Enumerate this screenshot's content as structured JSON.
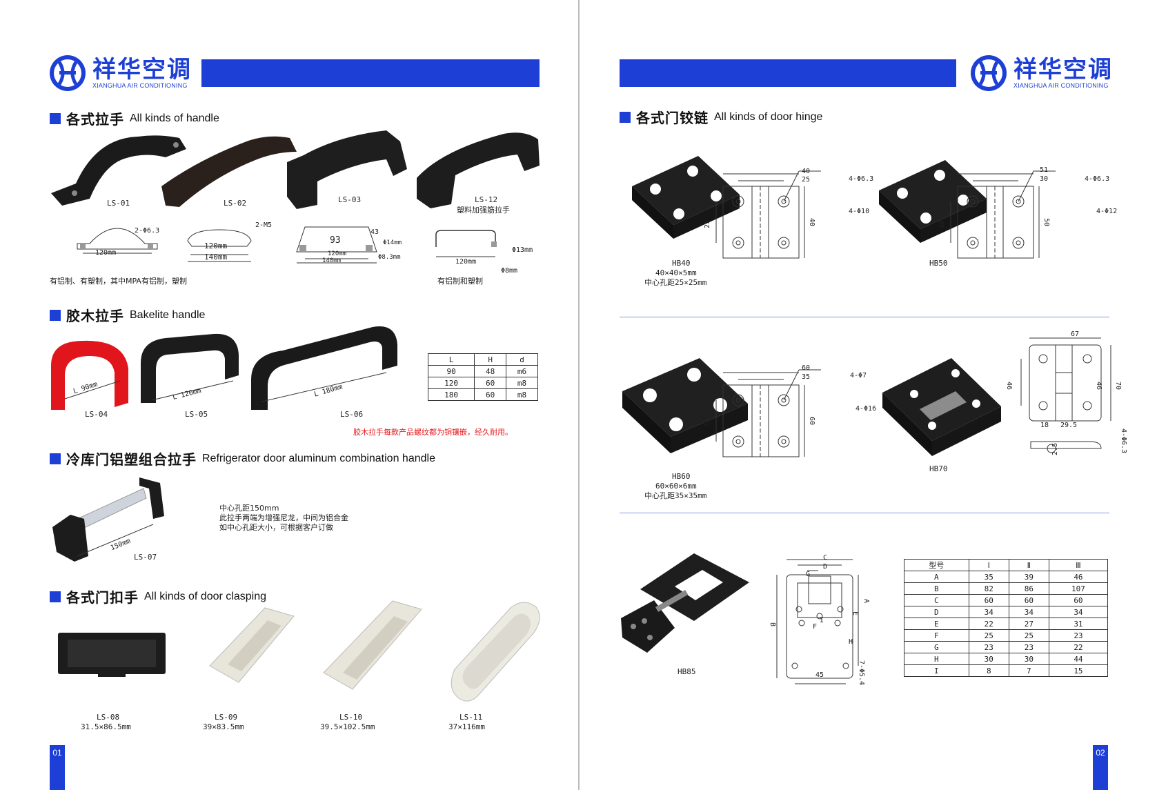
{
  "brand": {
    "name_cn": "祥华空调",
    "name_en": "XIANGHUA AIR CONDITIONING"
  },
  "colors": {
    "accent": "#1d3fd6",
    "note_red": "#e8171b"
  },
  "left": {
    "page_number": "01",
    "section1": {
      "title_cn": "各式拉手",
      "title_en": "All kinds of handle",
      "products": [
        "LS-01",
        "LS-02",
        "LS-03",
        "LS-12"
      ],
      "ls12_desc": "塑料加强筋拉手",
      "dims": {
        "d1_hole": "2-Φ6.3",
        "d1_len": "120mm",
        "d2_thread": "2-M5",
        "d2_inner": "120mm",
        "d2_outer": "140mm",
        "d3_width": "93",
        "d3_height": "43",
        "d3_hole1": "Φ14mm",
        "d3_hole2": "Φ8.3mm",
        "d3_inner": "120mm",
        "d3_outer": "140mm",
        "d4_hole1": "Φ13mm",
        "d4_hole2": "Φ8mm",
        "d4_len": "120mm"
      },
      "note_left": "有铝制、有塑制，其中MPA有铝制，塑制",
      "note_right": "有铝制和塑制"
    },
    "section2": {
      "title_cn": "胶木拉手",
      "title_en": "Bakelite handle",
      "products": [
        "LS-04",
        "LS-05",
        "LS-06"
      ],
      "lengths": [
        "L 90mm",
        "L 120mm",
        "L 180mm"
      ],
      "table": {
        "headers": [
          "L",
          "H",
          "d"
        ],
        "rows": [
          [
            "90",
            "48",
            "m6"
          ],
          [
            "120",
            "60",
            "m8"
          ],
          [
            "180",
            "60",
            "m8"
          ]
        ]
      },
      "note": "胶木拉手每款产品螺纹都为铜镶嵌，经久耐用。"
    },
    "section3": {
      "title_cn": "冷库门铝塑组合拉手",
      "title_en": "Refrigerator door aluminum combination handle",
      "product": "LS-07",
      "length": "150mm",
      "desc": [
        "中心孔距150mm",
        "此拉手两端为增强尼龙，中间为铝合金",
        "如中心孔距大小，可根据客户订做"
      ]
    },
    "section4": {
      "title_cn": "各式门扣手",
      "title_en": "All kinds of door clasping",
      "products": [
        {
          "code": "LS-08",
          "size": "31.5×86.5mm"
        },
        {
          "code": "LS-09",
          "size": "39×83.5mm"
        },
        {
          "code": "LS-10",
          "size": "39.5×102.5mm"
        },
        {
          "code": "LS-11",
          "size": "37×116mm"
        }
      ]
    }
  },
  "right": {
    "page_number": "02",
    "section": {
      "title_cn": "各式门铰链",
      "title_en": "All kinds of door hinge"
    },
    "hb40": {
      "code": "HB40",
      "size": "40×40×5mm",
      "pitch": "中心孔距25×25mm",
      "dims": {
        "w": "40",
        "c": "25",
        "h": "25",
        "r": "40",
        "hole1": "4-Φ6.3",
        "hole2": "4-Φ10"
      }
    },
    "hb50": {
      "code": "HB50",
      "dims": {
        "w": "51",
        "c": "30",
        "h": "30",
        "r": "50",
        "hole1": "4-Φ6.3",
        "hole2": "4-Φ12"
      }
    },
    "hb60": {
      "code": "HB60",
      "size": "60×60×6mm",
      "pitch": "中心孔距35×35mm",
      "dims": {
        "w": "60",
        "c": "35",
        "h": "35",
        "r": "60",
        "hole1": "4-Φ7",
        "hole2": "4-Φ16"
      }
    },
    "hb70": {
      "code": "HB70",
      "dims": {
        "w": "67",
        "h1": "46",
        "h2": "46",
        "r": "70",
        "a": "18",
        "b": "29.5",
        "t": "2.5",
        "hole": "4-Φ6.3"
      }
    },
    "hb85": {
      "code": "HB85",
      "dims": {
        "c": "C",
        "d": "D",
        "g": "G",
        "a": "A",
        "b": "B",
        "e": "E",
        "f": "F",
        "h": "H",
        "i": "I",
        "w": "45",
        "hole": "7-Φ5.4"
      }
    },
    "table": {
      "headers": [
        "型号",
        "Ⅰ",
        "Ⅱ",
        "Ⅲ"
      ],
      "rows": [
        [
          "A",
          "35",
          "39",
          "46"
        ],
        [
          "B",
          "82",
          "86",
          "107"
        ],
        [
          "C",
          "60",
          "60",
          "60"
        ],
        [
          "D",
          "34",
          "34",
          "34"
        ],
        [
          "E",
          "22",
          "27",
          "31"
        ],
        [
          "F",
          "25",
          "25",
          "23"
        ],
        [
          "G",
          "23",
          "23",
          "22"
        ],
        [
          "H",
          "30",
          "30",
          "44"
        ],
        [
          "I",
          "8",
          "7",
          "15"
        ]
      ]
    }
  }
}
